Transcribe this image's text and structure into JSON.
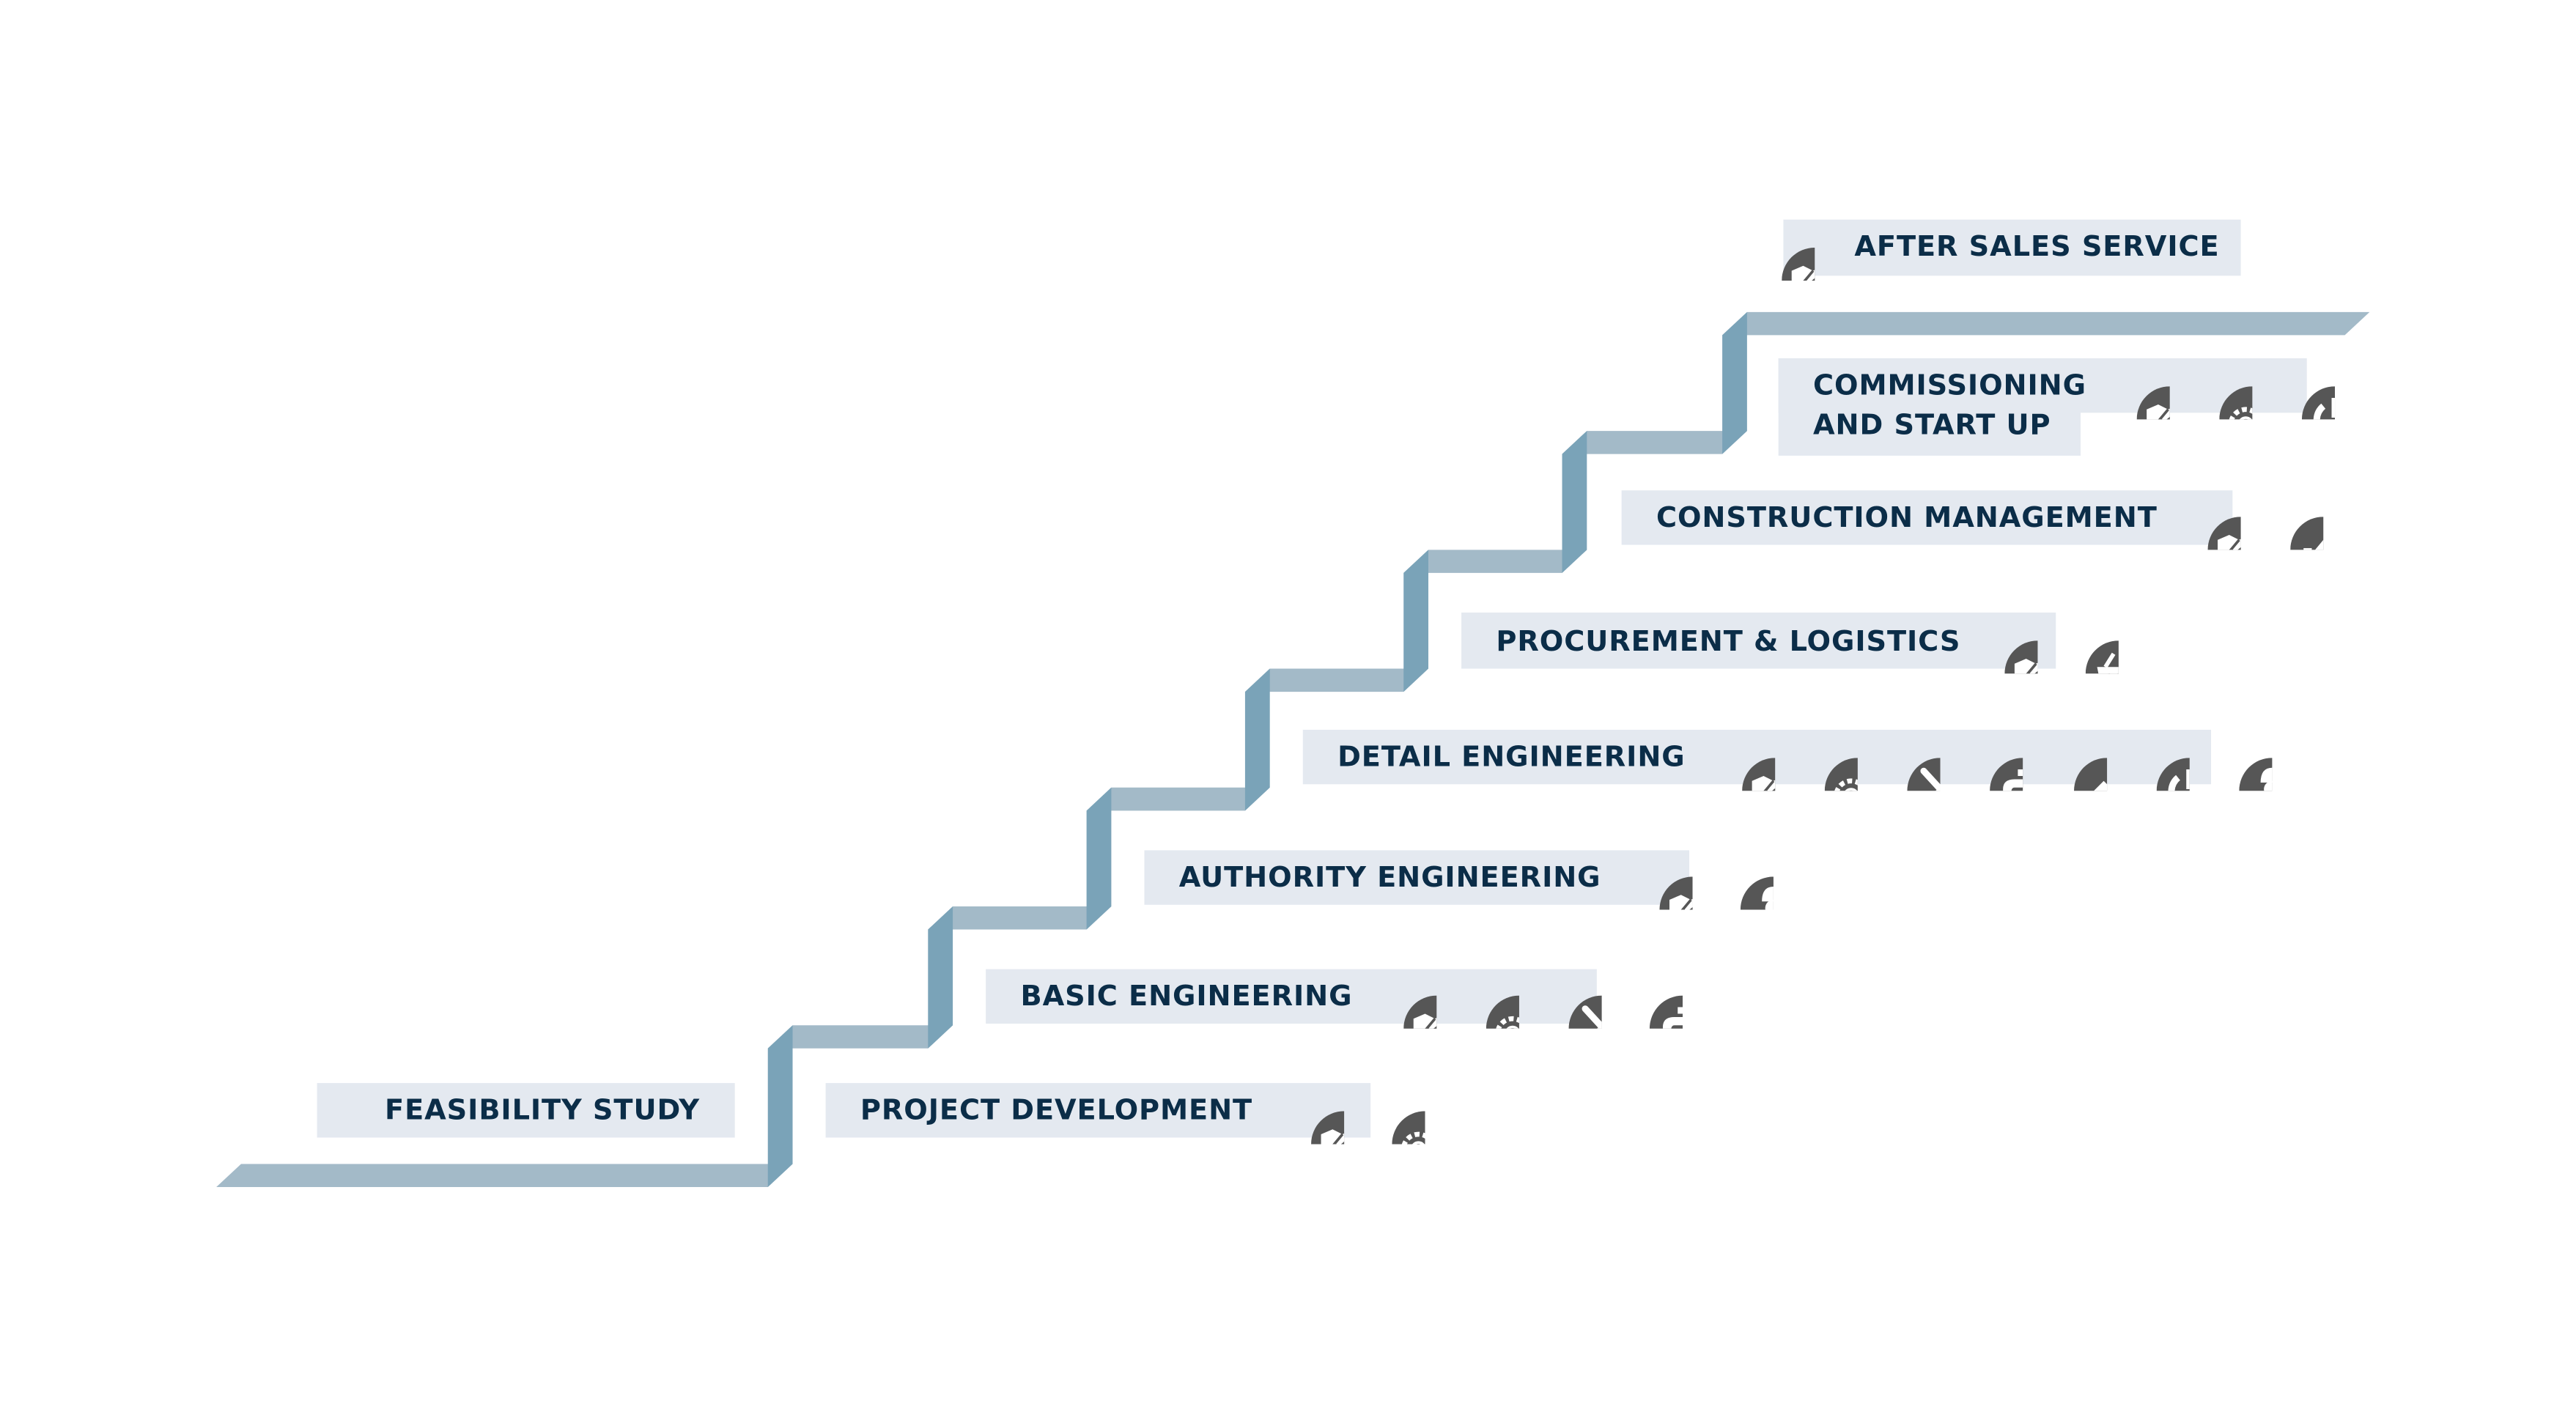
{
  "colors": {
    "tread": "#a3bac8",
    "riser": "#7aa3b8",
    "label_bg": "#e4e9f0",
    "text": "#0b2d48",
    "icon_bg": "#565656"
  },
  "stages": [
    {
      "id": "feasibility-study",
      "label": "FEASIBILITY STUDY",
      "icons": []
    },
    {
      "id": "project-development",
      "label": "PROJECT DEVELOPMENT",
      "icons": [
        "handshake",
        "gears"
      ]
    },
    {
      "id": "basic-engineering",
      "label": "BASIC ENGINEERING",
      "icons": [
        "handshake",
        "gears",
        "tools",
        "tap"
      ]
    },
    {
      "id": "authority-engineering",
      "label": "AUTHORITY ENGINEERING",
      "icons": [
        "handshake",
        "worker"
      ]
    },
    {
      "id": "detail-engineering",
      "label": "DETAIL ENGINEERING",
      "icons": [
        "handshake",
        "gears",
        "tools",
        "tap",
        "plug",
        "power",
        "worker"
      ]
    },
    {
      "id": "procurement-logistics",
      "label": "PROCUREMENT & LOGISTICS",
      "icons": [
        "handshake",
        "basket"
      ]
    },
    {
      "id": "construction-management",
      "label": "CONSTRUCTION MANAGEMENT",
      "icons": [
        "handshake",
        "thumbs-up"
      ]
    },
    {
      "id": "commissioning-start-up",
      "label": "COMMISSIONING",
      "label2": "AND START UP",
      "icons": [
        "handshake",
        "gears",
        "power"
      ]
    },
    {
      "id": "after-sales-service",
      "label": "AFTER SALES SERVICE",
      "icons": [
        "handshake"
      ]
    }
  ]
}
